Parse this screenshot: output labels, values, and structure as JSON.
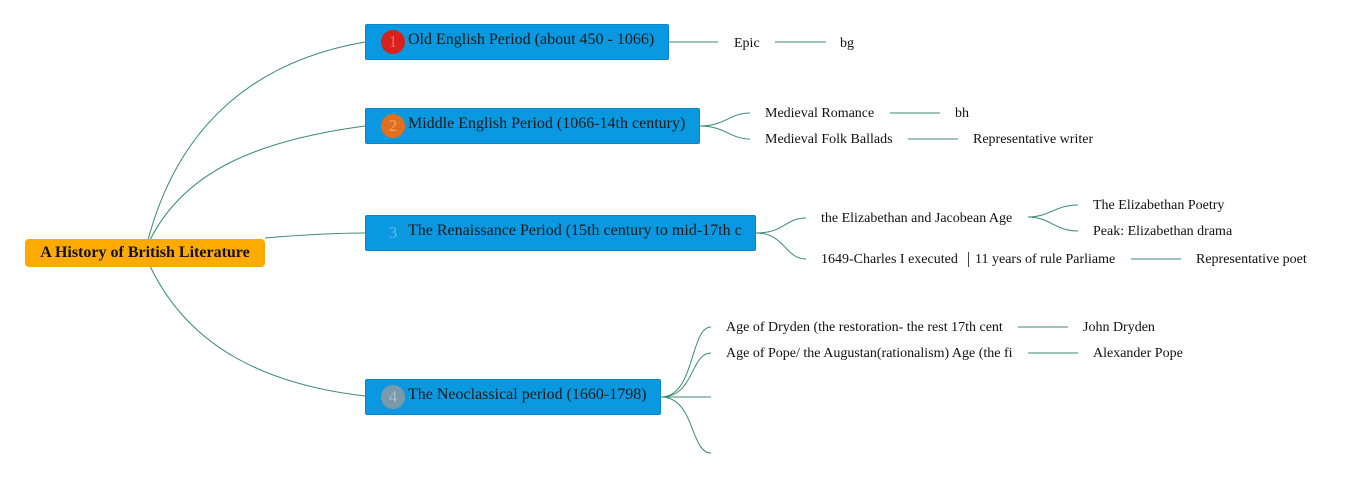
{
  "colors": {
    "root": "#ffaa00",
    "branch": "#0a99e0",
    "connector": "#3b8a72",
    "badge_1": "#d8201c",
    "badge_2": "#e07020",
    "badge_3": "#0a99e0",
    "badge_4": "#7a9aab"
  },
  "root": {
    "label": "A History of British Literature"
  },
  "branches": [
    {
      "number": "1",
      "label": "Old English Period (about 450 - 1066)",
      "children": [
        {
          "label": "Epic",
          "children": [
            {
              "label": "bg"
            }
          ]
        }
      ]
    },
    {
      "number": "2",
      "label": "Middle English Period (1066-14th century)",
      "children": [
        {
          "label": "Medieval Romance",
          "children": [
            {
              "label": "bh"
            }
          ]
        },
        {
          "label": "Medieval Folk Ballads",
          "children": [
            {
              "label": "Representative writer"
            }
          ]
        }
      ]
    },
    {
      "number": "3",
      "label": "The Renaissance Period (15th century to mid-17th c",
      "children": [
        {
          "label": "the Elizabethan and Jacobean Age",
          "children": [
            {
              "label": "The Elizabethan Poetry"
            },
            {
              "label": "Peak: Elizabethan drama"
            }
          ]
        },
        {
          "label": "1649-Charles I executed",
          "label2": "11 years of rule Parliame",
          "children": [
            {
              "label": "Representative poet"
            }
          ]
        }
      ]
    },
    {
      "number": "4",
      "label": "The Neoclassical period (1660-1798)",
      "children": [
        {
          "label": "Age of Dryden (the restoration- the rest 17th cent",
          "children": [
            {
              "label": "John Dryden"
            }
          ]
        },
        {
          "label": "Age of Pope/ the Augustan(rationalism) Age (the fi",
          "children": [
            {
              "label": "Alexander Pope"
            }
          ]
        }
      ]
    }
  ]
}
